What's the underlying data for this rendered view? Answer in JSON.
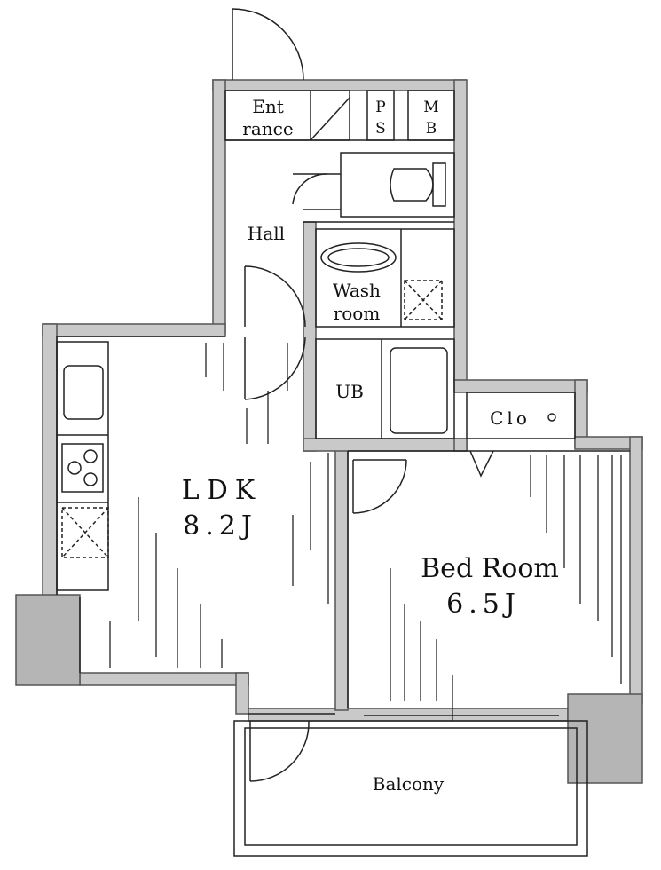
{
  "colors": {
    "wall": "#c9c9c9",
    "wall_outline": "#555555",
    "pillar": "#b5b5b5",
    "line": "#222222",
    "background": "#ffffff"
  },
  "labels": {
    "entrance_line1": "Ent",
    "entrance_line2": "rance",
    "ps_line1": "P",
    "ps_line2": "S",
    "mb_line1": "M",
    "mb_line2": "B",
    "hall": "Hall",
    "wash_line1": "Wash",
    "wash_line2": "room",
    "ub": "UB",
    "clo": "Clo",
    "ldk_name": "LDK",
    "ldk_size": "8.2J",
    "bed_name": "Bed Room",
    "bed_size": "6.5J",
    "balcony": "Balcony"
  },
  "icons": [
    "door-swing-icon",
    "toilet-icon",
    "washbasin-icon",
    "bathtub-icon",
    "sink-icon",
    "stove-burner-icon",
    "appliance-space-icon"
  ]
}
